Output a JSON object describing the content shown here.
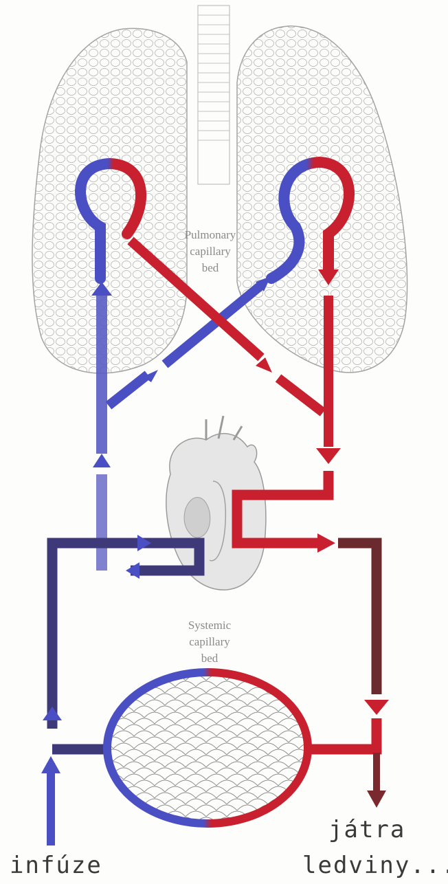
{
  "labels": {
    "pulmonary_line1": "Pulmonary",
    "pulmonary_line2": "capillary",
    "pulmonary_line3": "bed",
    "systemic_line1": "Systemic",
    "systemic_line2": "capillary",
    "systemic_line3": "bed",
    "infusion": "infúze",
    "liver": "játra",
    "kidneys": "ledviny..."
  },
  "colors": {
    "venous": "#4a4fc4",
    "venous_dark": "#3e3a7a",
    "arterial": "#c8202e",
    "arterial_dark": "#6b2a2e",
    "organ_outline": "#9a9a9a"
  }
}
